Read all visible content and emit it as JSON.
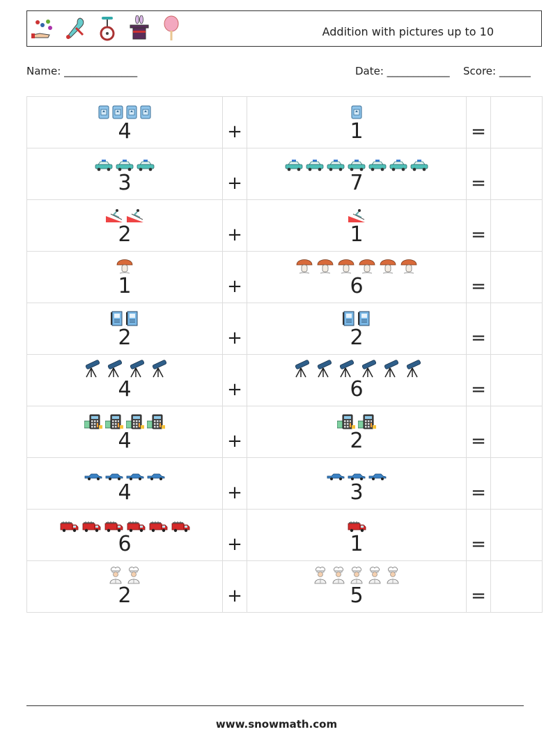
{
  "header": {
    "title": "Addition with pictures up to 10",
    "icons": [
      "magic-hand-icon",
      "juggling-pin-icon",
      "unicycle-icon",
      "magic-hat-rabbit-icon",
      "cotton-candy-icon"
    ]
  },
  "fields": {
    "name": "Name: ______________",
    "date": "Date: ____________",
    "score": "Score: ______"
  },
  "rows": [
    {
      "a": 4,
      "b": 1,
      "icon": "sharpener-icon",
      "plus": "+",
      "eq": "="
    },
    {
      "a": 3,
      "b": 7,
      "icon": "police-car-icon",
      "plus": "+",
      "eq": "="
    },
    {
      "a": 2,
      "b": 1,
      "icon": "skier-icon",
      "plus": "+",
      "eq": "="
    },
    {
      "a": 1,
      "b": 6,
      "icon": "mushroom-icon",
      "plus": "+",
      "eq": "="
    },
    {
      "a": 2,
      "b": 2,
      "icon": "notebook-icon",
      "plus": "+",
      "eq": "="
    },
    {
      "a": 4,
      "b": 6,
      "icon": "telescope-icon",
      "plus": "+",
      "eq": "="
    },
    {
      "a": 4,
      "b": 2,
      "icon": "calculator-icon",
      "plus": "+",
      "eq": "="
    },
    {
      "a": 4,
      "b": 3,
      "icon": "car-icon",
      "plus": "+",
      "eq": "="
    },
    {
      "a": 6,
      "b": 1,
      "icon": "fire-truck-icon",
      "plus": "+",
      "eq": "="
    },
    {
      "a": 2,
      "b": 5,
      "icon": "chef-icon",
      "plus": "+",
      "eq": "="
    }
  ],
  "footer": "www.snowmath.com"
}
